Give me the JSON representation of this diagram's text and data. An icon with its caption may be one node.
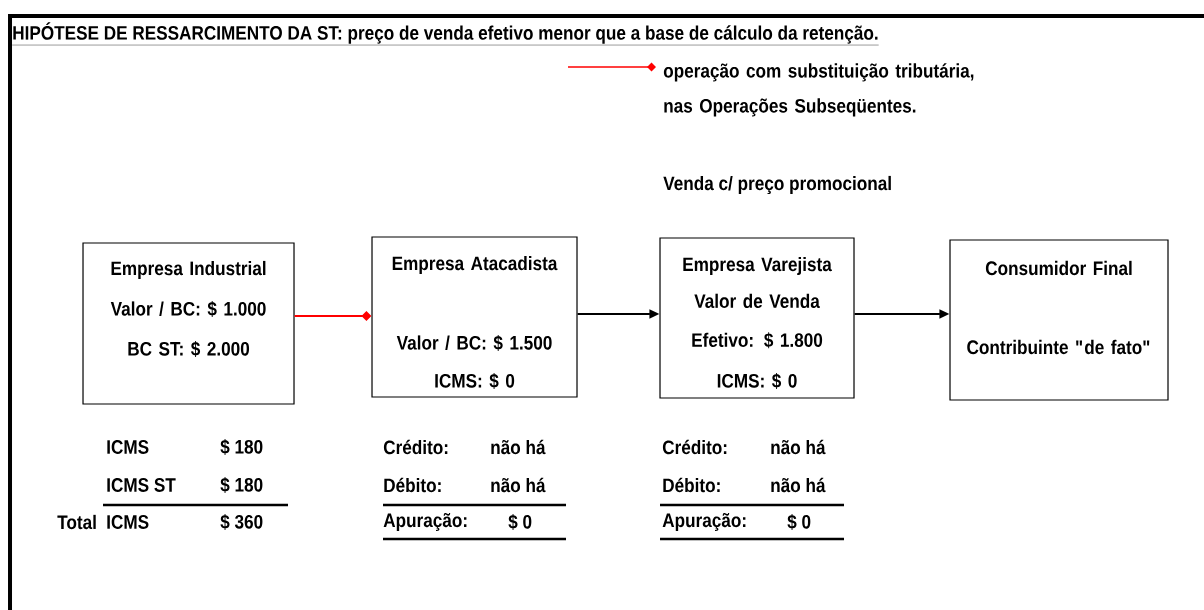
{
  "diagram": {
    "title": "HIPÓTESE DE RESSARCIMENTO DA ST: preço de venda efetivo menor que a base de cálculo da retenção.",
    "nodes": [
      {
        "text": [
          "Empresa Industrial",
          "Valor / BC: $ 1.000",
          "BC ST:  $ 2.000"
        ]
      },
      {
        "text": [
          "Empresa Atacadista",
          "Valor / BC: $ 1.500",
          "ICMS: $ 0"
        ]
      },
      {
        "text": [
          "Empresa Varejista",
          "Valor de Venda Efetivo: $ 1.800",
          "ICMS: $ 0"
        ]
      },
      {
        "text": [
          "Consumidor Final",
          "Contribuinte \"de fato\""
        ]
      }
    ],
    "edges": [
      {
        "from": 0,
        "to": 1,
        "arrow": "other",
        "color": "#ff0000"
      },
      {
        "from": 1,
        "to": 2,
        "arrow": "to"
      },
      {
        "from": 2,
        "to": 3,
        "arrow": "to"
      }
    ],
    "labels": [
      "Venda c/ preço promocional",
      "ICMS",
      "$ 180",
      "ICMS ST",
      "$ 180",
      "Total",
      "ICMS",
      "$ 360",
      "Crédito:",
      "não há",
      "Débito:",
      "não há",
      "Apuração:",
      "$ 0",
      "Crédito:",
      "não há",
      "Débito:",
      "não há",
      "Apuração:",
      "$ 0"
    ],
    "legend": [
      {
        "text": "operação com substituição tributária, nas Operações Subseqüentes."
      }
    ]
  }
}
